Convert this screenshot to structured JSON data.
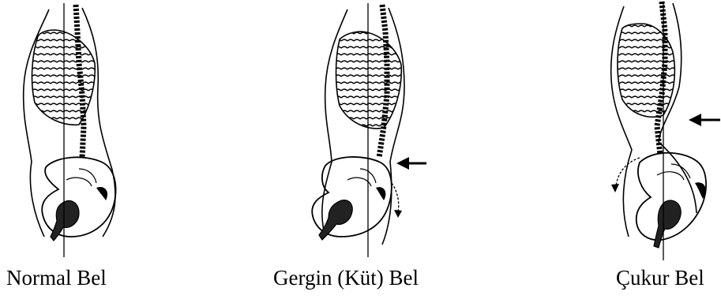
{
  "panels": [
    {
      "caption": "Normal Bel"
    },
    {
      "caption": "Gergin (Küt) Bel"
    },
    {
      "caption": "Çukur Bel"
    }
  ],
  "colors": {
    "ink": "#000000",
    "background": "#ffffff"
  },
  "icons": [
    "arrow-left-icon",
    "curved-arrow-down-icon"
  ]
}
